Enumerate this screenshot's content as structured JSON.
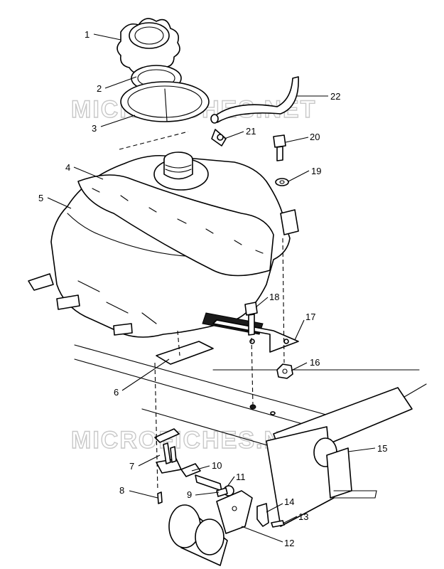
{
  "watermark": "MICROFICHES.NET",
  "callouts": [
    "1",
    "2",
    "3",
    "4",
    "5",
    "6",
    "7",
    "8",
    "9",
    "10",
    "11",
    "12",
    "13",
    "14",
    "15",
    "16",
    "17",
    "18",
    "19",
    "20",
    "21",
    "22"
  ],
  "colors": {
    "line": "#000000",
    "watermark": "#c8c8c8",
    "background": "#ffffff"
  }
}
